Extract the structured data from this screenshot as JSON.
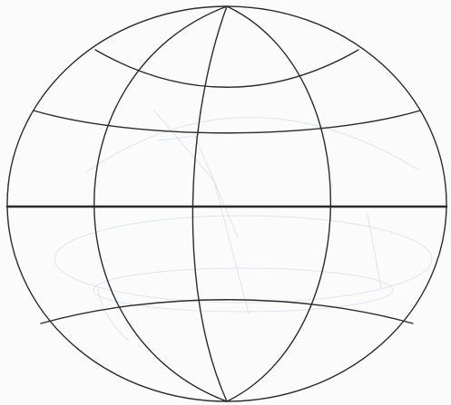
{
  "figure": {
    "subject": "globe-graticule",
    "colors": {
      "background": "#fbfbfb",
      "line": "#2a2a2a",
      "ghost_lines": "#c9d4e4"
    },
    "meridian_count": 5,
    "parallel_count": 4
  }
}
